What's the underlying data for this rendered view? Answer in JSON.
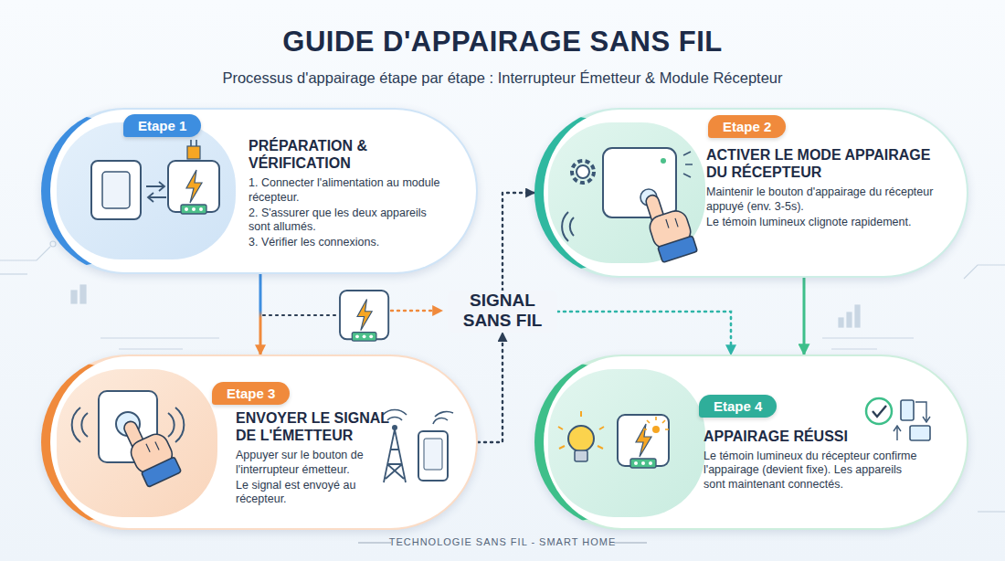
{
  "diagram": {
    "title": "GUIDE D'APPAIRAGE SANS FIL",
    "caption": "TECHNOLOGIE SANS FIL - SMART HOME",
    "nodes": [
      {
        "text": [
          "Etape 1",
          "PRÉPARATION & VÉRIFICATION",
          "1. Connecter l'alimentation au module récepteur.",
          "2. S'assurer que les deux appareils sont allumés.",
          "3. Vérifier les connexions."
        ]
      },
      {
        "text": [
          "Etape 2",
          "ACTIVER LE MODE APPAIRAGE DU RÉCEPTEUR",
          "Maintenir le bouton d'appairage du récepteur appuyé (env. 3-5s).",
          "Le témoin lumineux clignote rapidement."
        ]
      },
      {
        "text": [
          "SIGNAL SANS FIL"
        ]
      },
      {
        "text": [
          "Etape 3",
          "ENVOYER LE SIGNAL DE L'ÉMETTEUR",
          "Appuyer sur le bouton de l'interrupteur émetteur.",
          "Le signal est envoyé au récepteur."
        ]
      },
      {
        "text": [
          "Etape 4",
          "APPAIRAGE RÉUSSI",
          "Le témoin lumineux du récepteur confirme l'appairage (devient fixe). Les appareils sont maintenant connectés."
        ]
      }
    ],
    "edges": [
      {
        "from": 0,
        "to": 3,
        "arrow": "to"
      },
      {
        "from": 3,
        "to": 2,
        "arrow": "to"
      },
      {
        "from": 2,
        "to": 1,
        "arrow": "to"
      },
      {
        "from": 2,
        "to": 4,
        "arrow": "to"
      },
      {
        "from": 1,
        "to": 4,
        "arrow": "to"
      }
    ],
    "labels": [
      "Processus d'appairage étape par étape : Interrupteur Émetteur & Module Récepteur"
    ]
  }
}
